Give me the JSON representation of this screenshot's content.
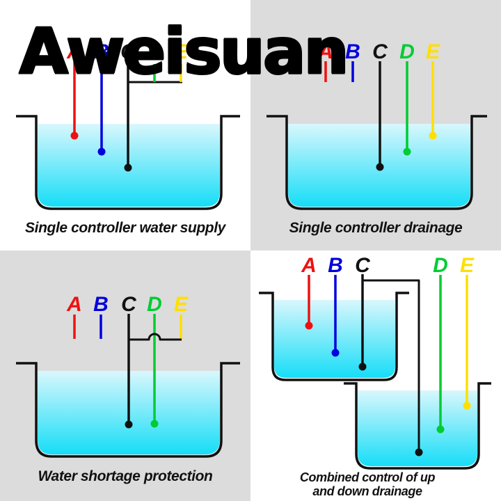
{
  "watermark": "Aweisuan",
  "probes": {
    "a": "A",
    "b": "B",
    "c": "C",
    "d": "D",
    "e": "E"
  },
  "diagrams": [
    {
      "caption": "Single controller water supply"
    },
    {
      "caption": "Single controller drainage"
    },
    {
      "caption": "Water shortage protection"
    },
    {
      "caption_line1": "Combined control of up",
      "caption_line2": "and down drainage"
    }
  ],
  "colors": {
    "red": "#ee1111",
    "blue": "#0000dd",
    "green": "#00cc33",
    "yellow": "#ffdf00",
    "black": "#111111",
    "water_top": "#d9f7fd",
    "water_bottom": "#16ddf7",
    "background_gray": "#dcdcdc",
    "background_white": "#ffffff"
  }
}
